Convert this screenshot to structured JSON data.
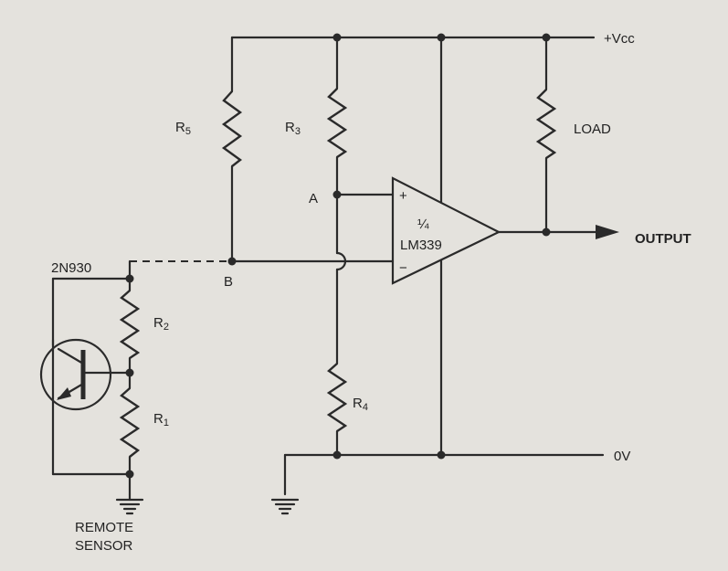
{
  "labels": {
    "vcc": "+Vcc",
    "ground_rail": "0V",
    "output": "OUTPUT",
    "load": "LOAD",
    "node_a": "A",
    "node_b": "B",
    "transistor": "2N930",
    "ic_fraction": "¼",
    "ic_name": "LM339",
    "op_plus": "+",
    "op_minus": "−",
    "remote_sensor_line1": "REMOTE",
    "remote_sensor_line2": "SENSOR"
  },
  "resistors": [
    {
      "letter": "R",
      "index": "5"
    },
    {
      "letter": "R",
      "index": "3"
    },
    {
      "letter": "R",
      "index": "2"
    },
    {
      "letter": "R",
      "index": "1"
    },
    {
      "letter": "R",
      "index": "4"
    }
  ]
}
